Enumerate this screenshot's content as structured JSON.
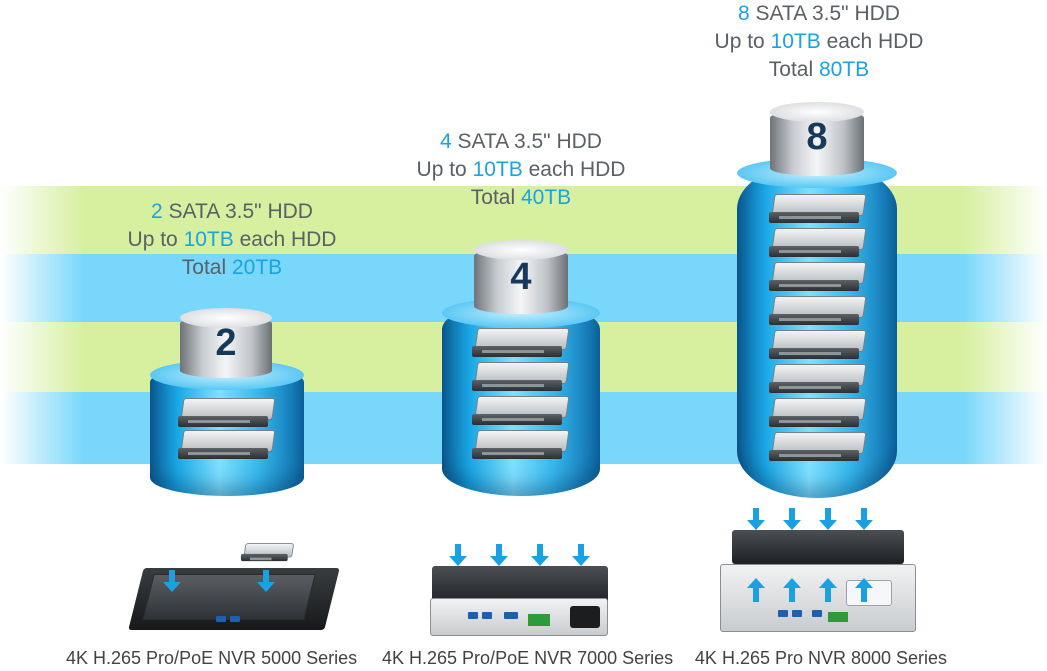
{
  "tiers": [
    {
      "count": "2",
      "spec_line1_num": "2",
      "spec_line1_text": " SATA 3.5\" HDD",
      "spec_line2_pre": "Up to ",
      "spec_line2_num": "10TB",
      "spec_line2_post": " each HDD",
      "spec_line3_pre": "Total ",
      "spec_line3_num": "20TB",
      "caption": "4K H.265 Pro/PoE NVR 5000 Series"
    },
    {
      "count": "4",
      "spec_line1_num": "4",
      "spec_line1_text": " SATA 3.5\" HDD",
      "spec_line2_pre": "Up to ",
      "spec_line2_num": "10TB",
      "spec_line2_post": " each HDD",
      "spec_line3_pre": "Total ",
      "spec_line3_num": "40TB",
      "caption": "4K H.265 Pro/PoE NVR 7000 Series"
    },
    {
      "count": "8",
      "spec_line1_num": "8",
      "spec_line1_text": " SATA 3.5\" HDD",
      "spec_line2_pre": "Up to ",
      "spec_line2_num": "10TB",
      "spec_line2_post": " each HDD",
      "spec_line3_pre": "Total ",
      "spec_line3_num": "80TB",
      "caption": "4K H.265 Pro NVR 8000 Series"
    }
  ],
  "colors": {
    "highlight": "#1ba3e0",
    "text": "#5b6066",
    "band_green": "#d6f0a0",
    "band_blue": "#78d7fa",
    "cylinder": "#1aa8e6",
    "arrow": "#19a1e4"
  },
  "icons": [
    "hdd-icon",
    "down-arrow-icon",
    "up-arrow-icon"
  ]
}
